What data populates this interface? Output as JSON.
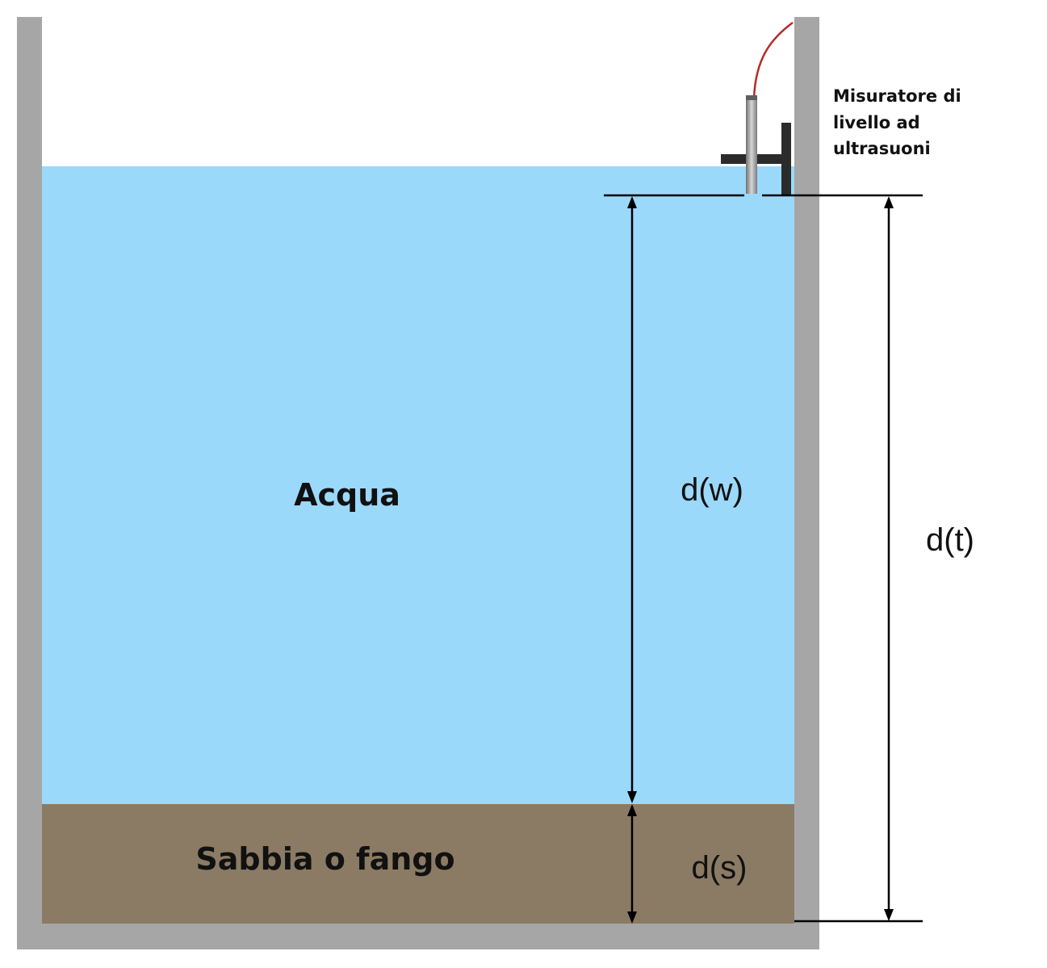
{
  "labels": {
    "water": "Acqua",
    "sediment": "Sabbia o fango",
    "sensor_line1": "Misuratore di",
    "sensor_line2": "livello ad",
    "sensor_line3": "ultrasuoni",
    "d_water": "d(w)",
    "d_sediment": "d(s)",
    "d_total": "d(t)"
  },
  "colors": {
    "wall": "#a6a6a6",
    "water": "#9bd9fb",
    "sediment": "#8b7b64",
    "sensor_mount": "#2b2b2b",
    "sensor_probe": "#8a8a8a",
    "cable": "#b52a2a",
    "dimension_line": "#000000"
  }
}
